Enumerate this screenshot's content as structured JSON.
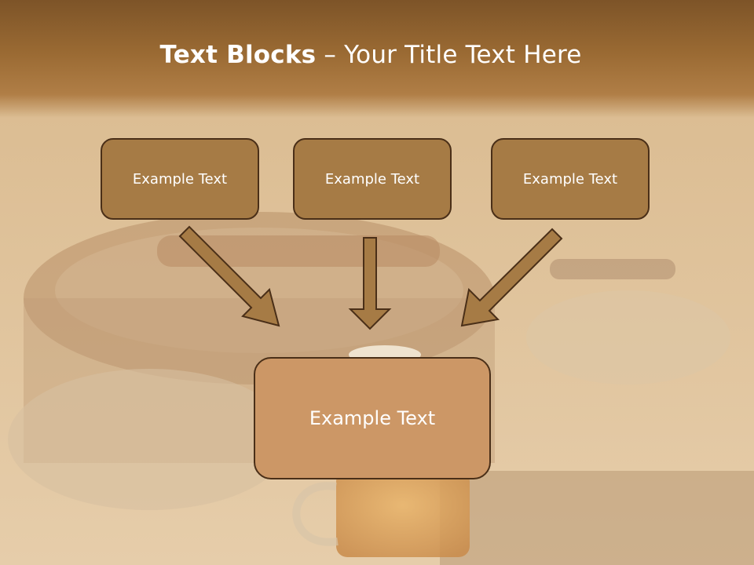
{
  "title": {
    "bold": "Text Blocks",
    "dash": " – ",
    "rest": "Your Title Text Here"
  },
  "boxes": {
    "left": "Example Text",
    "center": "Example Text",
    "right": "Example Text",
    "bottom": "Example Text"
  },
  "colors": {
    "title_bar": "#8a5d2c",
    "box_fill": "#a67b45",
    "box_border": "#4a2f18",
    "bottom_box_fill": "#cc9766",
    "arrow_fill": "#a67b45"
  }
}
